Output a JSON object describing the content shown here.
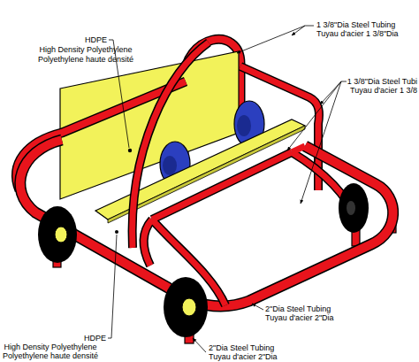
{
  "diagram": {
    "labels": [
      "HDPE",
      "High Density Polyethylene",
      "Polyethylene haute densité",
      "1 3/8\"Dia Steel Tubing",
      "Tuyau d'acier 1 3/8\"Dia",
      "1 3/8\"Dia Steel Tubi",
      "Tuyau d'acier 1 3/8",
      "HDPE",
      "High Density Polyethylene",
      "Polyethylene haute densité",
      "2\"Dia Steel Tubing",
      "Tuyau d'acier 2\"Dia",
      "2\"Dia Steel Tubing",
      "Tuyau d'acier 2\"Dia"
    ]
  }
}
